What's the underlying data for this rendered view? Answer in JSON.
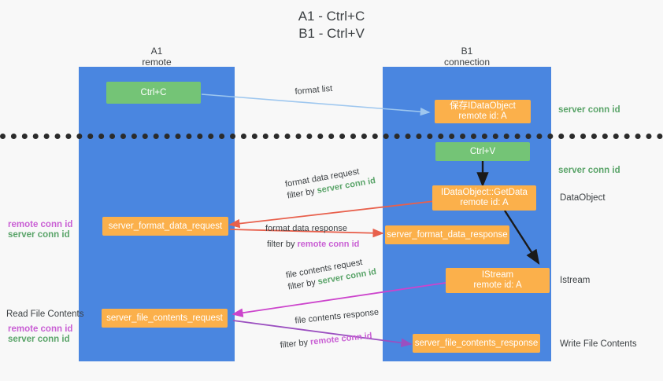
{
  "title": {
    "line1": "A1 - Ctrl+C",
    "line2": "B1 - Ctrl+V"
  },
  "lanes": [
    {
      "name": "A1",
      "subtitle": "remote"
    },
    {
      "name": "B1",
      "subtitle": "connection"
    }
  ],
  "nodes": {
    "ctrl_c": {
      "label": "Ctrl+C"
    },
    "ctrl_v": {
      "label": "Ctrl+V"
    },
    "save_dataobject": {
      "line1": "保存IDataObject",
      "line2": "remote id: A"
    },
    "getdata": {
      "line1": "IDataObject::GetData",
      "line2": "remote id: A"
    },
    "istream": {
      "line1": "IStream",
      "line2": "remote id: A"
    },
    "format_data_request": {
      "label": "server_format_data_request"
    },
    "format_data_response": {
      "label": "server_format_data_response"
    },
    "file_contents_request": {
      "label": "server_file_contents_request"
    },
    "file_contents_response": {
      "label": "server_file_contents_response"
    }
  },
  "edges": {
    "format_list": {
      "label": "format list"
    },
    "format_data_request": {
      "label": "format data request",
      "filter_prefix": "filter by ",
      "filter_value": "server conn id"
    },
    "format_data_response": {
      "label": "format data response",
      "filter_prefix": "filter by ",
      "filter_value": "remote conn id"
    },
    "file_contents_request": {
      "label": "file contents request",
      "filter_prefix": "filter by ",
      "filter_value": "server conn id"
    },
    "file_contents_response": {
      "label": "file contents response",
      "filter_prefix": "filter by ",
      "filter_value": "remote conn id"
    }
  },
  "annotations": {
    "right_server_conn_1": "server conn id",
    "right_server_conn_2": "server conn id",
    "right_dataobject": "DataObject",
    "right_istream": "Istream",
    "right_write_file_contents": "Write File Contents",
    "left_remote_conn_1": "remote conn id",
    "left_server_conn_1": "server conn id",
    "left_read_file_contents": "Read File Contents",
    "left_remote_conn_2": "remote conn id",
    "left_server_conn_2": "server conn id"
  },
  "colors": {
    "lane": "#4a86e0",
    "green_node": "#74c476",
    "orange_node": "#fbb04b",
    "server_conn_id": "#5aa469",
    "remote_conn_id": "#c95fd4",
    "arrow_blue": "#9ec7ef",
    "arrow_red": "#e8604c",
    "arrow_magenta": "#cc44cc",
    "arrow_purple": "#9b4fc0",
    "arrow_black": "#1a1a1a",
    "background": "#f8f8f8"
  }
}
